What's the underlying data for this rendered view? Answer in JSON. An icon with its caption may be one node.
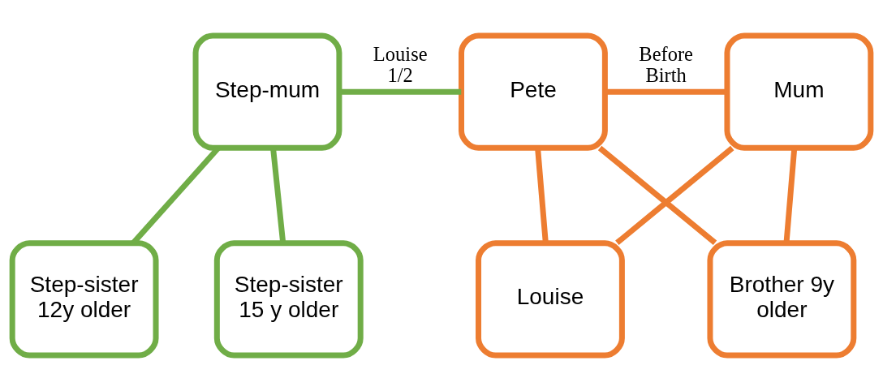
{
  "diagram": {
    "nodes": [
      {
        "text": [
          "Step-mum"
        ]
      },
      {
        "text": [
          "Pete"
        ]
      },
      {
        "text": [
          "Mum"
        ]
      },
      {
        "text": [
          "Step-sister 12y older"
        ]
      },
      {
        "text": [
          "Step-sister 15 y older"
        ]
      },
      {
        "text": [
          "Louise"
        ]
      },
      {
        "text": [
          "Brother 9y older"
        ]
      }
    ],
    "edges": [
      {
        "from": 0,
        "to": 1,
        "arrow": "none",
        "label": "Louise 1/2",
        "color": "#70ad47"
      },
      {
        "from": 1,
        "to": 2,
        "arrow": "none",
        "label": "Before Birth"
      },
      {
        "from": 0,
        "to": 3,
        "arrow": "none",
        "color": "#70ad47"
      },
      {
        "from": 0,
        "to": 4,
        "arrow": "none",
        "color": "#70ad47"
      },
      {
        "from": 1,
        "to": 5,
        "arrow": "none"
      },
      {
        "from": 2,
        "to": 5,
        "arrow": "none"
      },
      {
        "from": 1,
        "to": 6,
        "arrow": "none"
      },
      {
        "from": 2,
        "to": 6,
        "arrow": "none"
      }
    ]
  }
}
